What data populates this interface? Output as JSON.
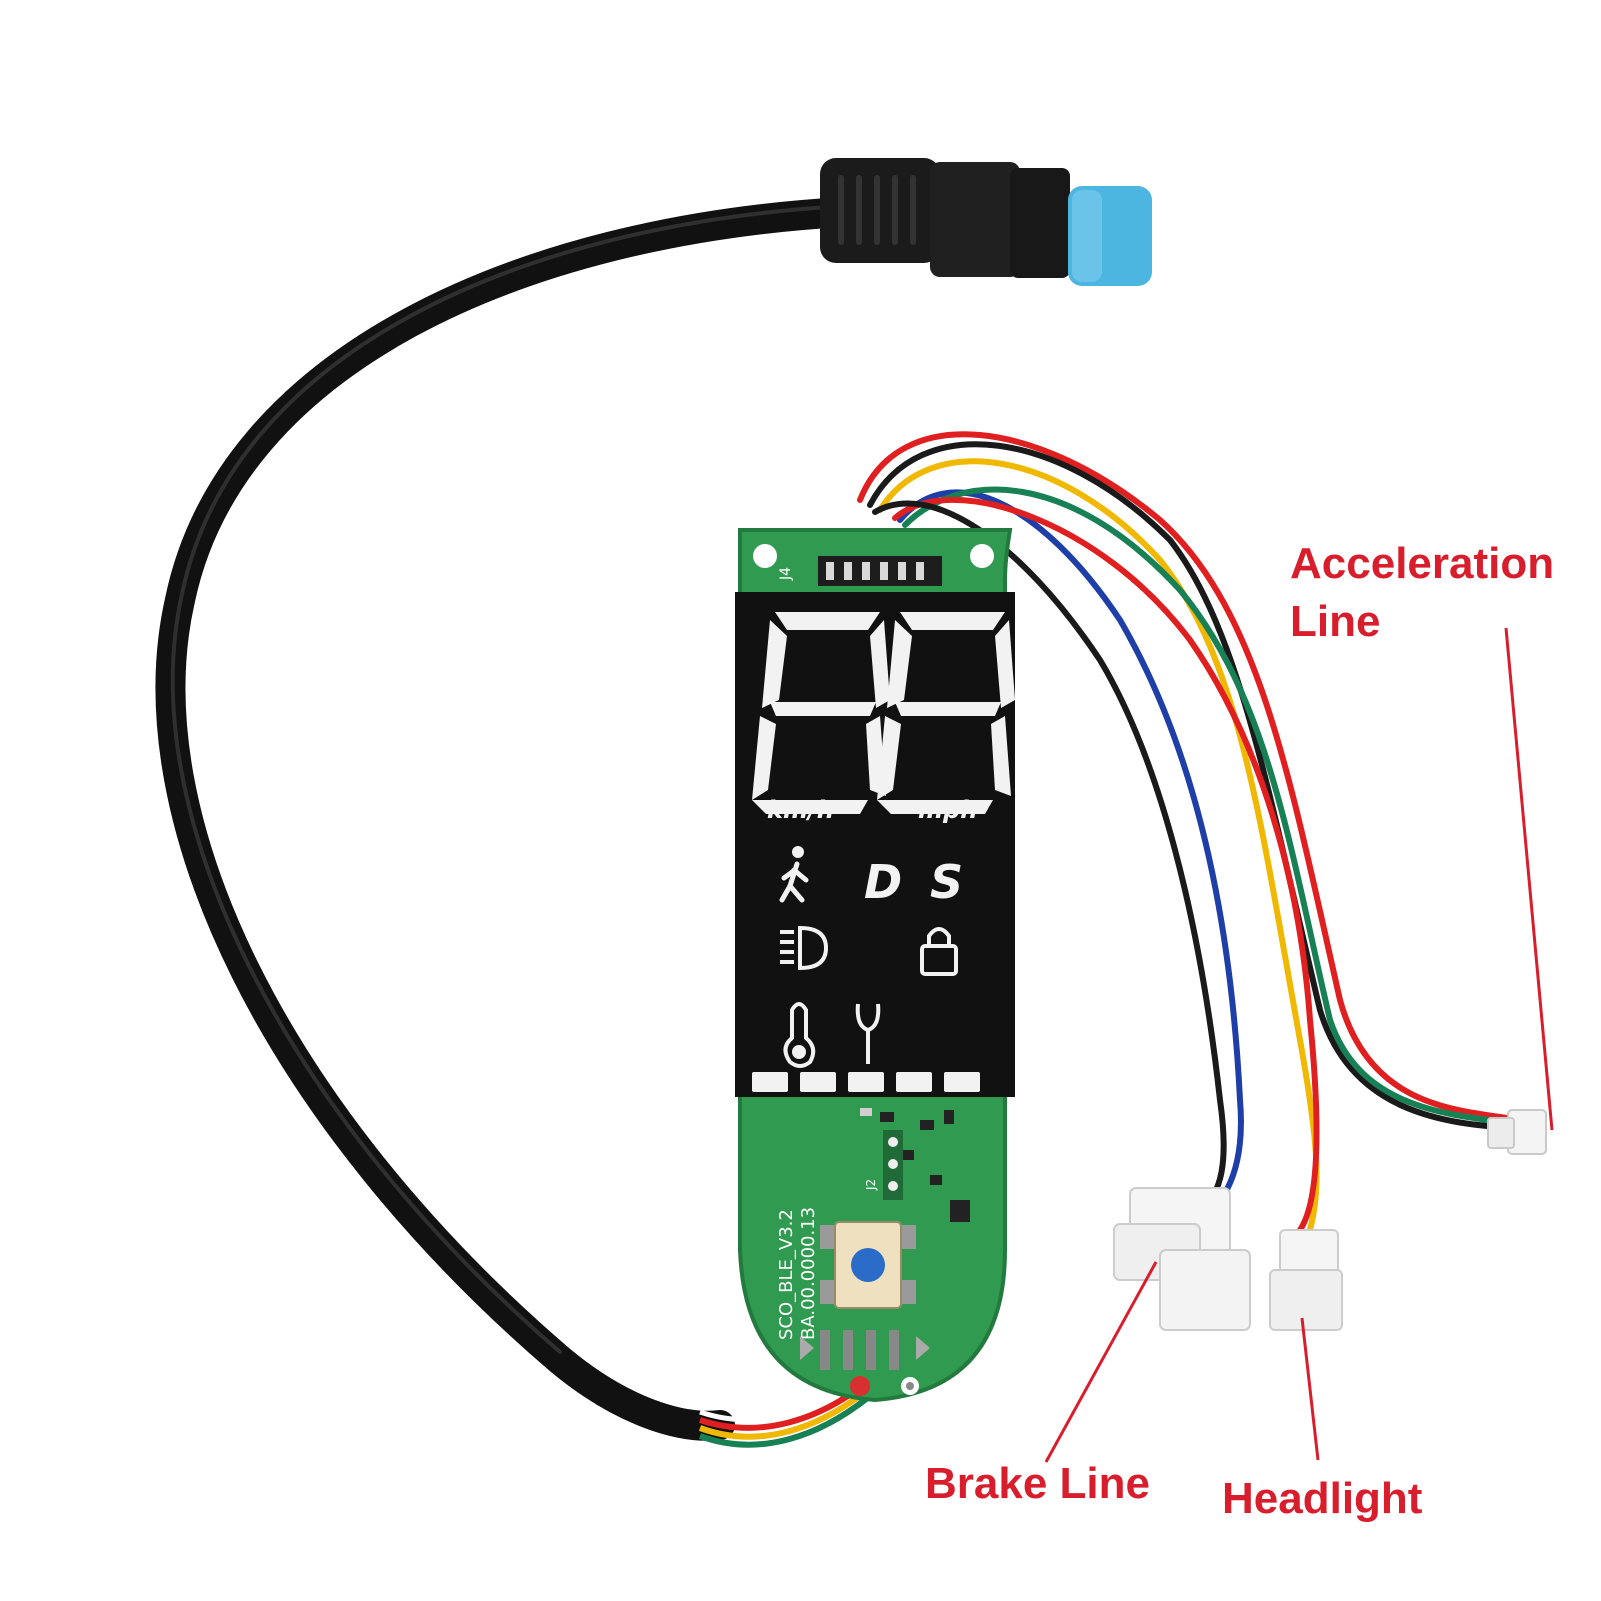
{
  "diagram": {
    "colors": {
      "callout_text": "#d81e2c",
      "callout_line": "#d81e2c",
      "pcb_green": "#2f9a50",
      "pcb_dark": "#237a3e",
      "display_black": "#111111",
      "segment_white": "#f2f2f2",
      "cable_black": "#1a1a1a",
      "connector_blue": "#4db6e0",
      "button_blue": "#2a6cc8"
    },
    "callouts": [
      {
        "id": "acceleration",
        "lines": [
          "Acceleration",
          "Line"
        ]
      },
      {
        "id": "brake",
        "lines": [
          "Brake Line"
        ]
      },
      {
        "id": "headlight",
        "lines": [
          "Headlight"
        ]
      }
    ],
    "display": {
      "unit_left": "km/h",
      "unit_right": "mph",
      "mode_d": "D",
      "mode_s": "S",
      "icons": [
        "walk-icon",
        "headlight-icon",
        "lock-icon",
        "thermometer-icon",
        "wrench-icon"
      ],
      "battery_segments": 5
    },
    "pcb": {
      "connector_label": "J4",
      "header_label": "J2",
      "silk_model": "SCO_BLE_V3.2",
      "silk_version": "BA.00.0000.13"
    },
    "wire_colors": [
      "#e02020",
      "#1a1a1a",
      "#f0b800",
      "#ffffff",
      "#1e3fa8",
      "#188055",
      "#e02020",
      "#1a1a1a"
    ]
  }
}
